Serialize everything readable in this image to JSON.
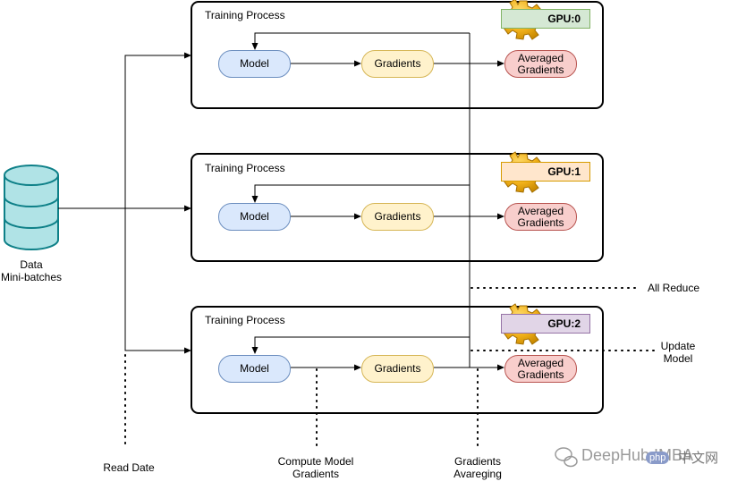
{
  "processes": [
    {
      "title": "Training Process",
      "gpu_label": "GPU:0",
      "gpu_bg": "#d5e8d4",
      "gpu_border": "#82b366"
    },
    {
      "title": "Training Process",
      "gpu_label": "GPU:1",
      "gpu_bg": "#ffe6cc",
      "gpu_border": "#d79b00"
    },
    {
      "title": "Training Process",
      "gpu_label": "GPU:2",
      "gpu_bg": "#e1d5e7",
      "gpu_border": "#9673a6"
    }
  ],
  "nodes": {
    "model": "Model",
    "gradients": "Gradients",
    "averaged": "Averaged\nGradients"
  },
  "data_store": {
    "label": "Data\nMini-batches",
    "color": "#b0e3e6",
    "border": "#0e8088"
  },
  "annotations": {
    "all_reduce": "All Reduce",
    "update_model": "Update\nModel",
    "read_date": "Read Date",
    "compute_model_gradients": "Compute Model\nGradients",
    "gradients_averaging": "Gradients\nAvareging"
  },
  "watermark": "DeepHub IMBA",
  "watermark_badge": "php",
  "watermark_suffix": "中文网"
}
